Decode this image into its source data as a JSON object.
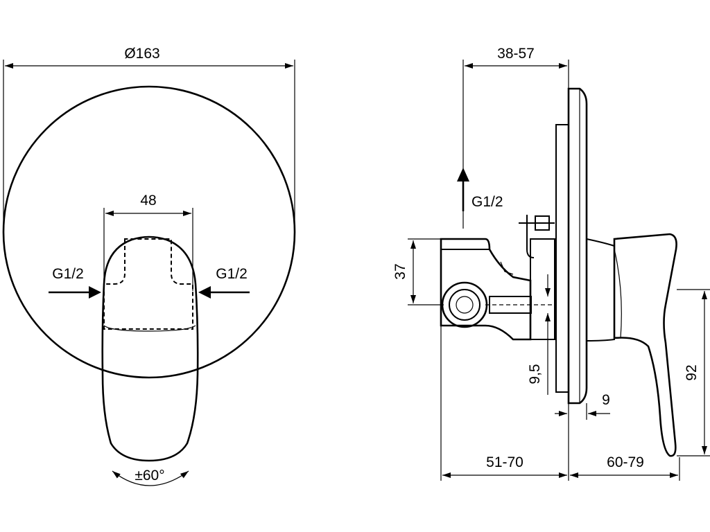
{
  "front_view": {
    "plate_diameter_label": "Ø163",
    "handle_width_label": "48",
    "inlet_left_label": "G1/2",
    "inlet_right_label": "G1/2",
    "rotation_label": "±60°"
  },
  "side_view": {
    "wall_depth_label": "38-57",
    "outlet_label": "G1/2",
    "body_height_label": "37",
    "offset_label": "9,5",
    "plate_thickness_label": "9",
    "handle_height_label": "92",
    "body_depth_label": "51-70",
    "handle_depth_label": "60-79"
  }
}
